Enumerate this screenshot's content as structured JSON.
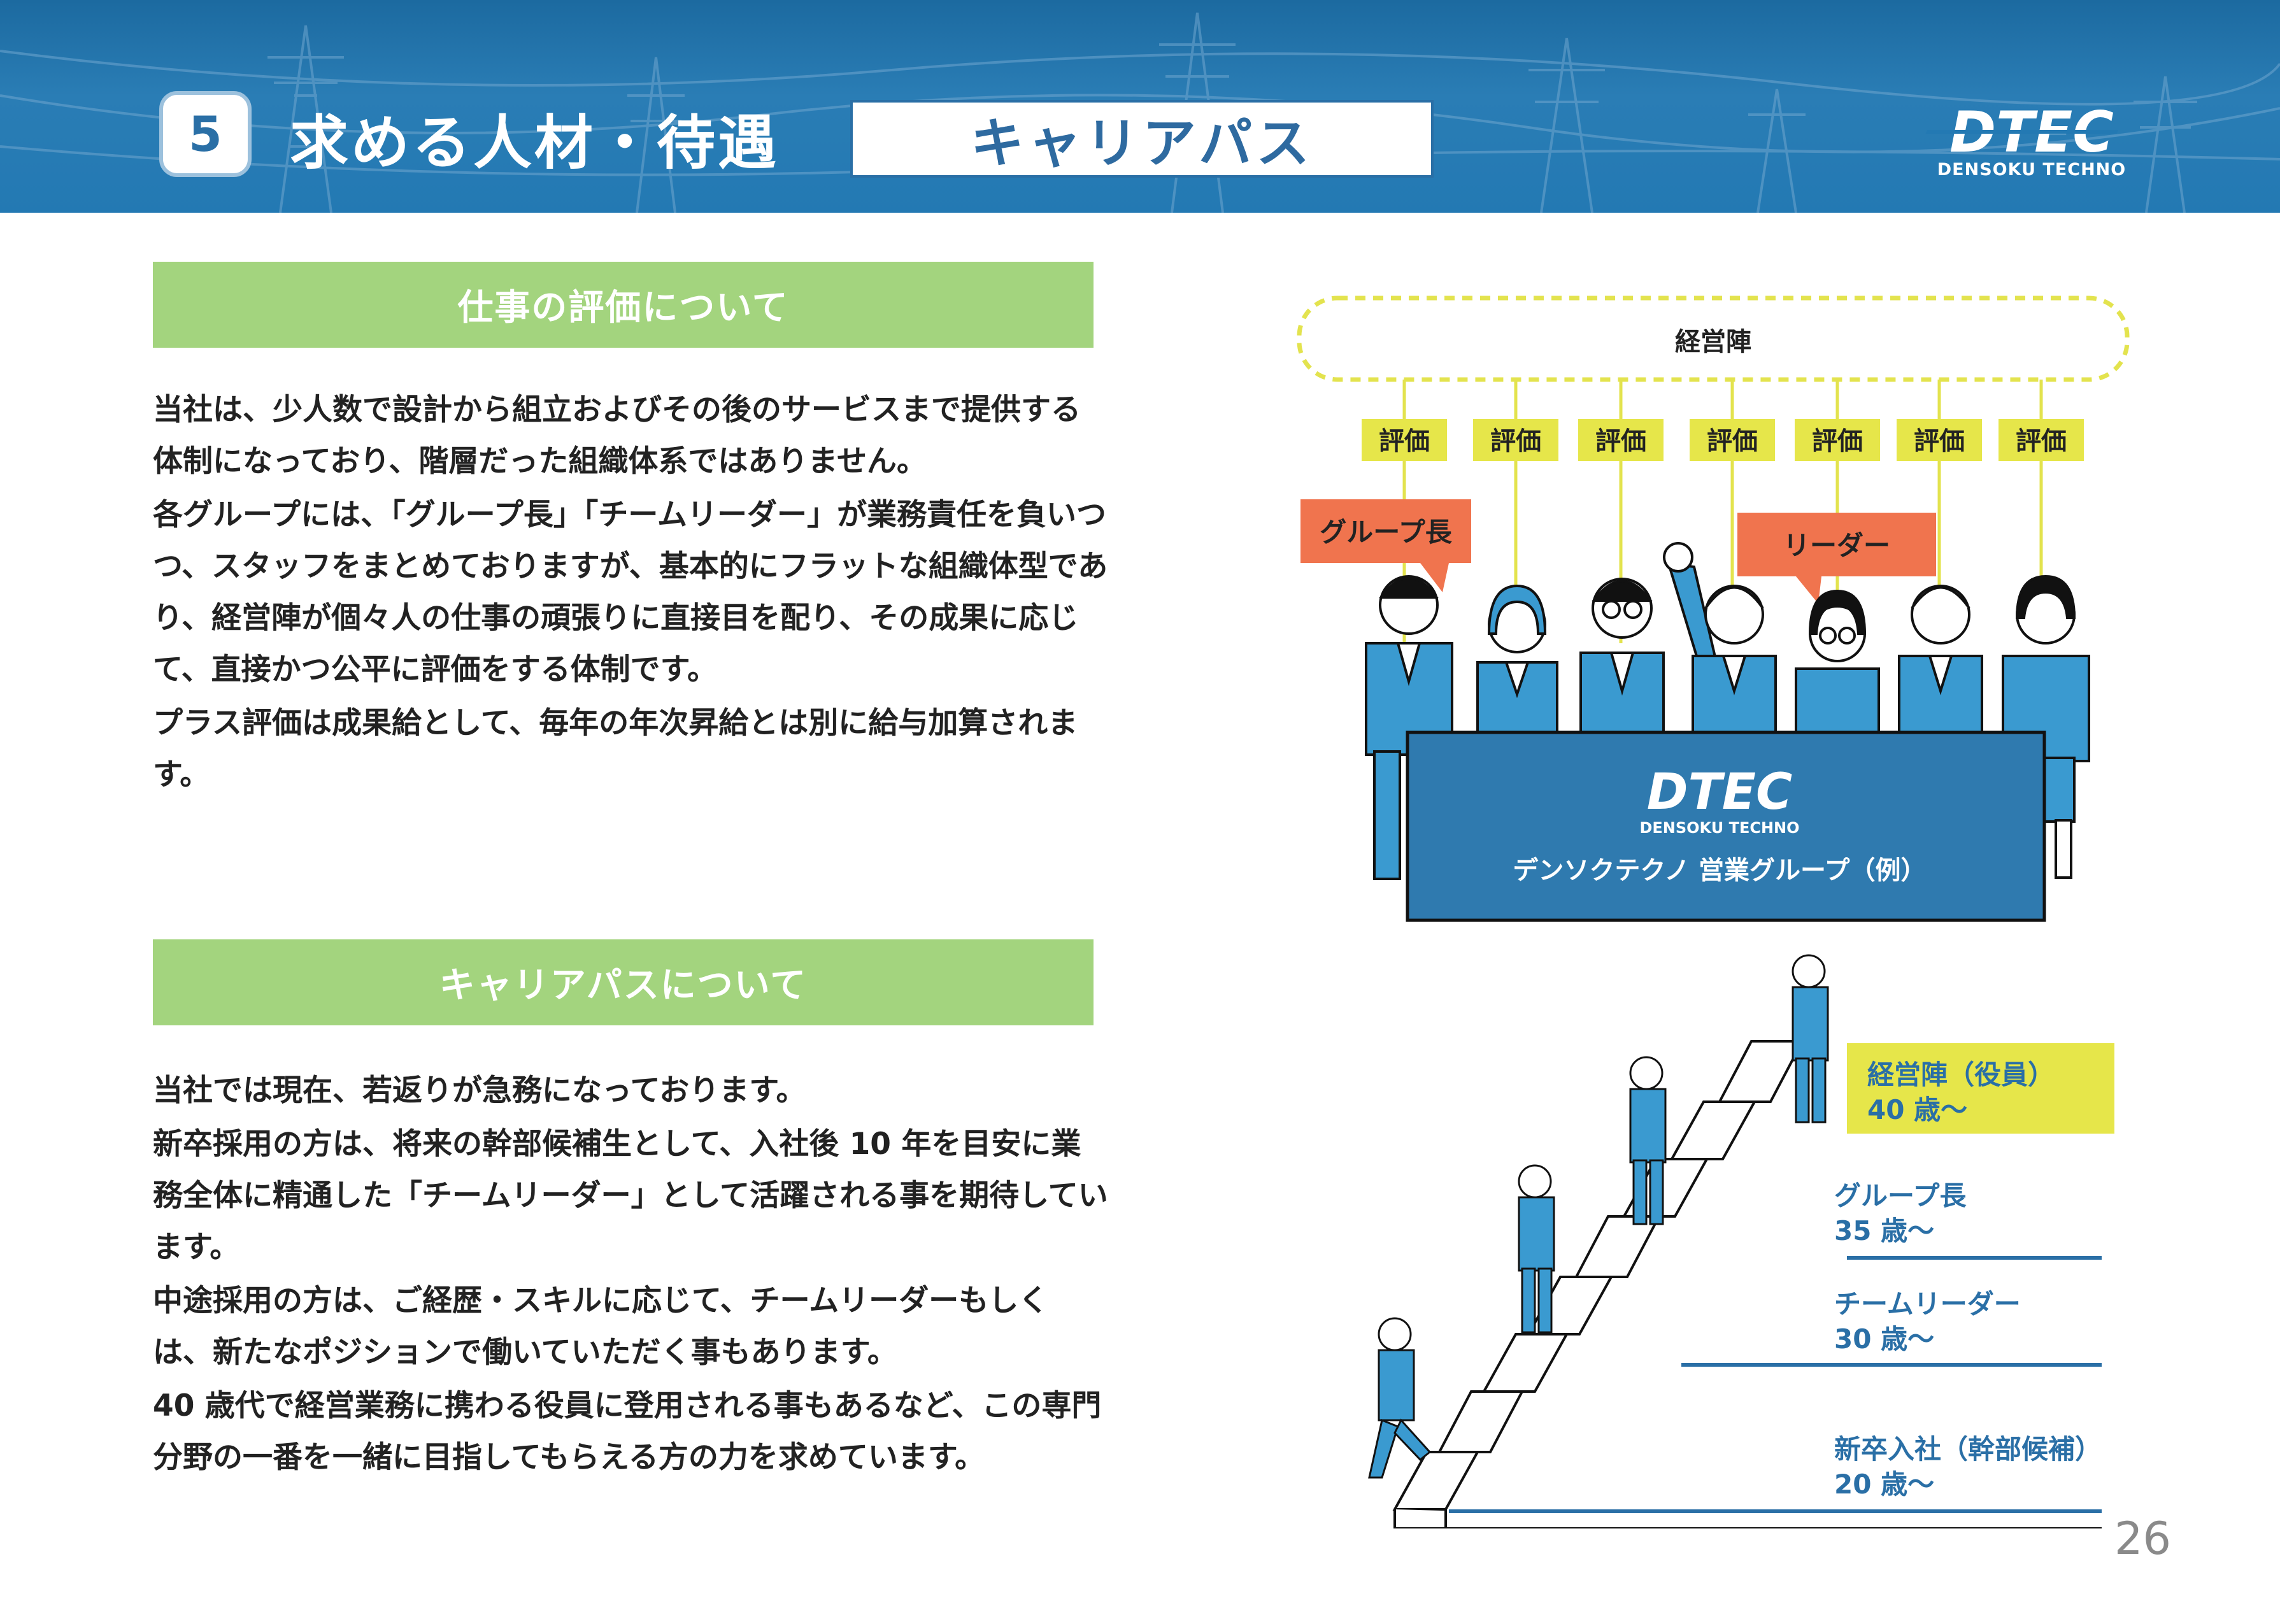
{
  "header": {
    "section_number": "5",
    "title": "求める人材・待遇",
    "subtitle": "キャリアパス",
    "logo_mark": "DTEC",
    "logo_sub": "DENSOKU TECHNO"
  },
  "section1": {
    "heading": "仕事の評価について",
    "paragraphs": [
      "当社は、少人数で設計から組立およびその後のサービスまで提供する体制になっており、階層だった組織体系ではありません。",
      "各グループには、「グループ長」「チームリーダー」が業務責任を負いつつ、スタッフをまとめておりますが、基本的にフラットな組織体型であり、経営陣が個々人の仕事の頑張りに直接目を配り、その成果に応じて、直接かつ公平に評価をする体制です。",
      "プラス評価は成果給として、毎年の年次昇給とは別に給与加算されます。"
    ]
  },
  "section2": {
    "heading": "キャリアパスについて",
    "paragraphs": [
      "当社では現在、若返りが急務になっております。",
      "新卒採用の方は、将来の幹部候補生として、入社後 10 年を目安に業務全体に精通した「チームリーダー」として活躍される事を期待しています。",
      "中途採用の方は、ご経歴・スキルに応じて、チームリーダーもしくは、新たなポジションで働いていただく事もあります。",
      "40 歳代で経営業務に携わる役員に登用される事もあるなど、この専門分野の一番を一緒に目指してもらえる方の力を求めています。"
    ]
  },
  "org_diagram": {
    "management_label": "経営陣",
    "evaluation_labels": [
      "評価",
      "評価",
      "評価",
      "評価",
      "評価",
      "評価",
      "評価"
    ],
    "group_leader_callout": "グループ長",
    "leader_callout": "リーダー",
    "board_logo": "DTEC",
    "board_logo_sub": "DENSOKU TECHNO",
    "board_caption": "デンソクテクノ 営業グループ（例）",
    "colors": {
      "accent_yellow": "#e6e64a",
      "callout_orange": "#f0744e",
      "board_blue": "#2f7aaf",
      "suit_blue": "#3a9ad0"
    }
  },
  "career_diagram": {
    "levels": [
      {
        "title": "経営陣（役員）",
        "age": "40 歳〜"
      },
      {
        "title": "グループ長",
        "age": "35 歳〜"
      },
      {
        "title": "チームリーダー",
        "age": "30 歳〜"
      },
      {
        "title": "新卒入社（幹部候補）",
        "age": "20 歳〜"
      }
    ],
    "colors": {
      "label_blue": "#2a6fa6",
      "highlight_yellow": "#e6e64a",
      "line_blue": "#2a6fa6"
    }
  },
  "page_number": "26"
}
